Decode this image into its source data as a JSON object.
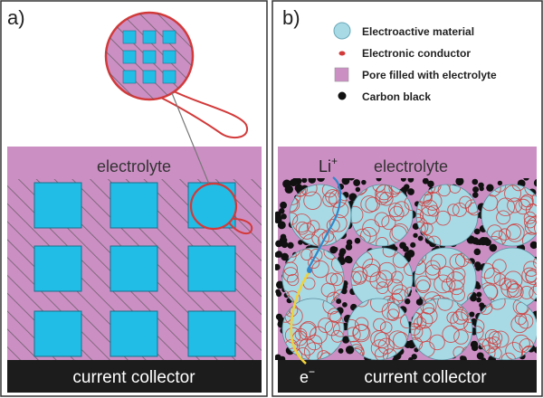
{
  "panel_a": {
    "label": "a)",
    "electrolyte": "electrolyte",
    "collector": "current collector"
  },
  "panel_b": {
    "label": "b)",
    "li_text": "Li",
    "li_sup": "+",
    "electrolyte": "electrolyte",
    "e_text": "e",
    "e_sup": "−",
    "collector": "current collector"
  },
  "legend": [
    {
      "label": "Electroactive material",
      "marker": "cyan-circle"
    },
    {
      "label": "Electronic conductor",
      "marker": "red-dot"
    },
    {
      "label": "Pore filled with electrolyte",
      "marker": "pink-square"
    },
    {
      "label": "Carbon black",
      "marker": "black-dot"
    }
  ],
  "colors": {
    "electrolyte": "#cc8fc4",
    "active": "#22bde6",
    "active_light": "#a8dae6",
    "collector": "#1c1c1c",
    "conductor": "#d23a3a",
    "carbon": "#111111",
    "li_path": "#2f86c9",
    "e_path": "#f0d23a"
  }
}
